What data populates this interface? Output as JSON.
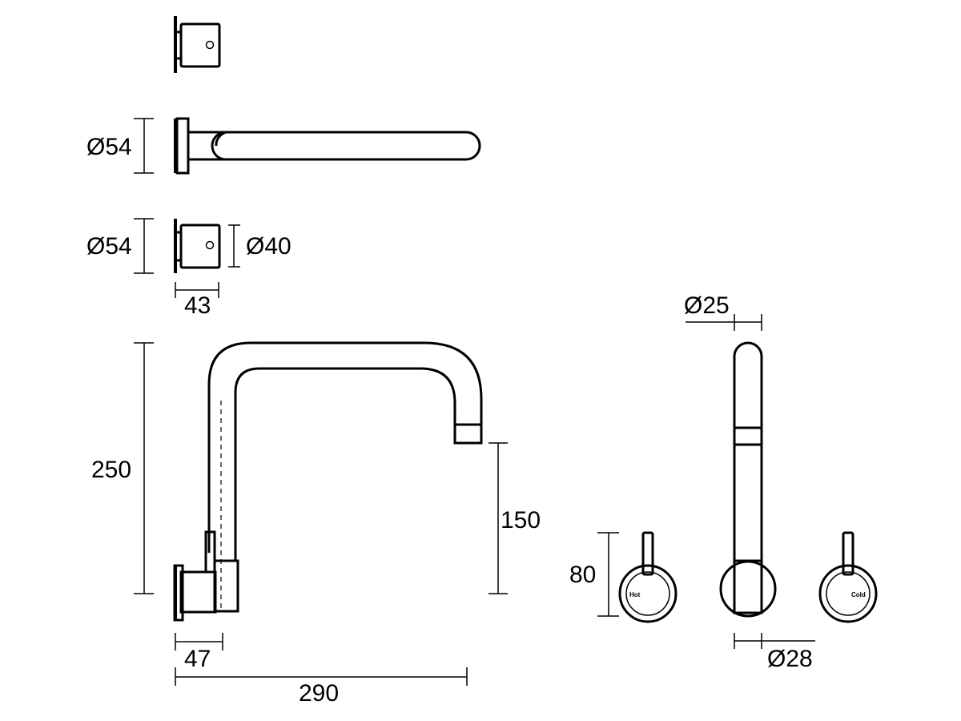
{
  "dimensions": {
    "spout_side_diameter": "Ø54",
    "handle_side_diameter": "Ø54",
    "handle_body_diameter": "Ø40",
    "handle_depth": "43",
    "spout_height": "250",
    "spout_outlet_height": "150",
    "mount_depth": "47",
    "spout_reach": "290",
    "spout_tube_diameter": "Ø25",
    "spout_base_diameter": "Ø28",
    "handle_height": "80"
  },
  "handle_labels": {
    "hot": "Hot",
    "cold": "Cold"
  }
}
